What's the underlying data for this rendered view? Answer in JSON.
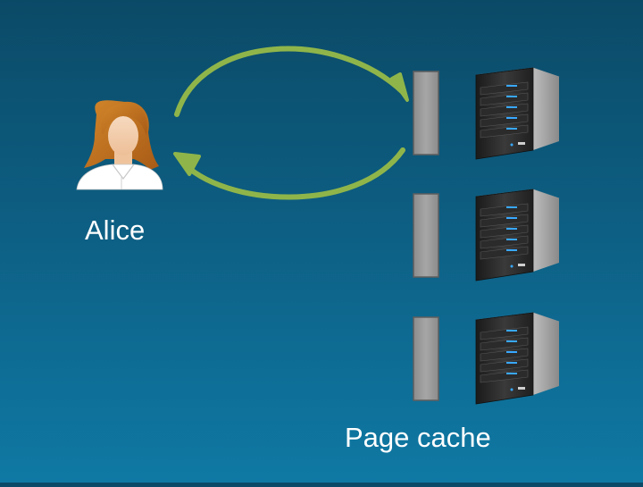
{
  "diagram": {
    "user": {
      "name": "Alice",
      "icon": "person-icon"
    },
    "caption": "Page cache",
    "arrows": {
      "color": "#8fb54a",
      "request": "Alice to first cache",
      "response": "first cache to Alice"
    },
    "cache_slots": {
      "count": 3,
      "color": "#9a9a9a",
      "icon": "cache-slot-icon"
    },
    "servers": {
      "count": 3,
      "icon": "server-icon"
    }
  }
}
